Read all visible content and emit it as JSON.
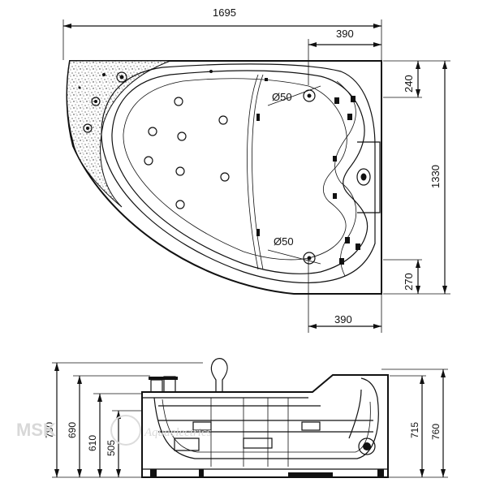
{
  "top_view": {
    "overall_width": "1695",
    "offset_top": "390",
    "offset_bottom": "390",
    "height_total": "1330",
    "edge_top": "240",
    "edge_bottom": "270",
    "drain_top": "Ø50",
    "drain_bottom": "Ø50"
  },
  "side_view": {
    "height_left_outer": "780",
    "height_left_mid": "690",
    "height_left_inner_a": "610",
    "height_left_inner_b": "505",
    "height_right_inner": "715",
    "height_right_outer": "760"
  },
  "watermark": {
    "brand": "MSK",
    "script": "Aquaelectrics"
  }
}
